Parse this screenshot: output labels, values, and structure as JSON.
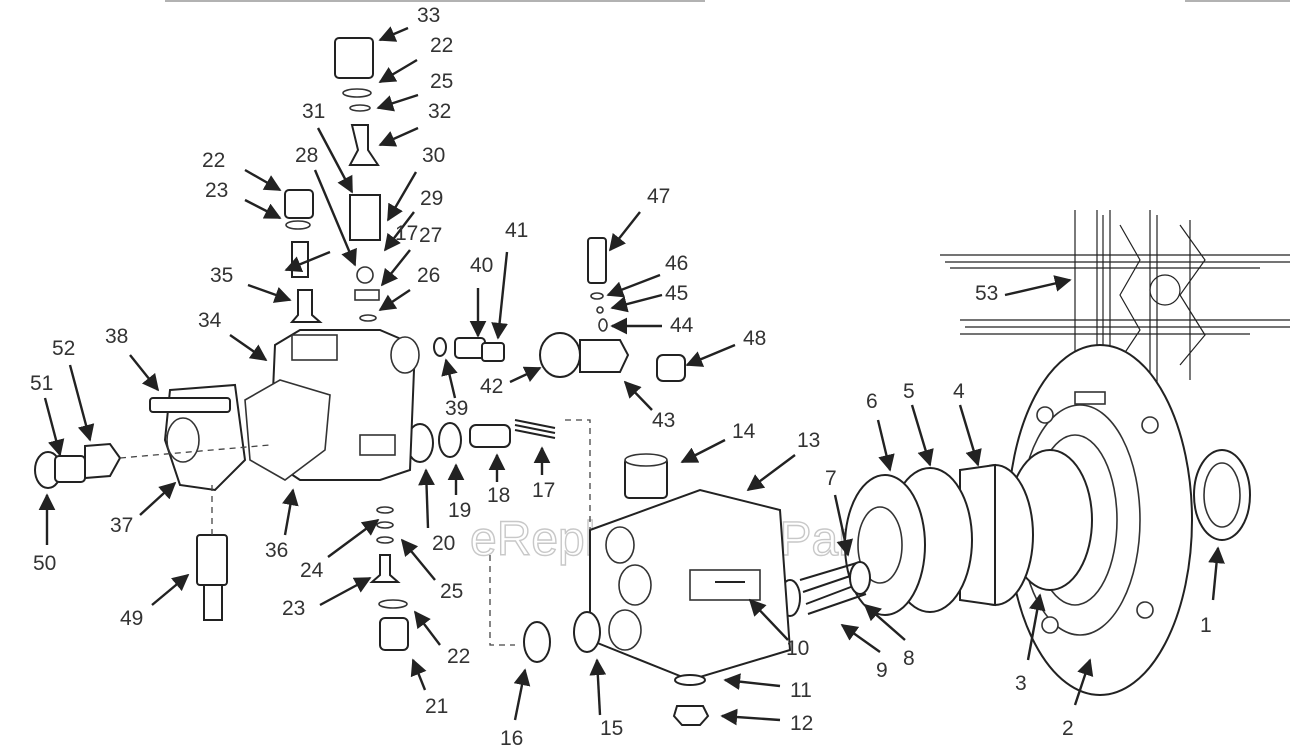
{
  "watermark": "eReplacementParts.com",
  "colors": {
    "line": "#222222",
    "label": "#333333",
    "watermark": "#c8c8c8",
    "background": "#ffffff"
  },
  "callouts": [
    {
      "label": "1"
    },
    {
      "label": "2"
    },
    {
      "label": "3"
    },
    {
      "label": "4"
    },
    {
      "label": "5"
    },
    {
      "label": "6"
    },
    {
      "label": "7"
    },
    {
      "label": "8"
    },
    {
      "label": "9"
    },
    {
      "label": "10"
    },
    {
      "label": "11"
    },
    {
      "label": "12"
    },
    {
      "label": "13"
    },
    {
      "label": "14"
    },
    {
      "label": "15"
    },
    {
      "label": "16"
    },
    {
      "label": "17"
    },
    {
      "label": "17"
    },
    {
      "label": "18"
    },
    {
      "label": "19"
    },
    {
      "label": "20"
    },
    {
      "label": "21"
    },
    {
      "label": "22"
    },
    {
      "label": "22"
    },
    {
      "label": "22"
    },
    {
      "label": "23"
    },
    {
      "label": "23"
    },
    {
      "label": "24"
    },
    {
      "label": "25"
    },
    {
      "label": "25"
    },
    {
      "label": "26"
    },
    {
      "label": "27"
    },
    {
      "label": "28"
    },
    {
      "label": "29"
    },
    {
      "label": "30"
    },
    {
      "label": "31"
    },
    {
      "label": "32"
    },
    {
      "label": "33"
    },
    {
      "label": "34"
    },
    {
      "label": "35"
    },
    {
      "label": "36"
    },
    {
      "label": "37"
    },
    {
      "label": "38"
    },
    {
      "label": "39"
    },
    {
      "label": "40"
    },
    {
      "label": "41"
    },
    {
      "label": "42"
    },
    {
      "label": "43"
    },
    {
      "label": "44"
    },
    {
      "label": "45"
    },
    {
      "label": "46"
    },
    {
      "label": "47"
    },
    {
      "label": "48"
    },
    {
      "label": "49"
    },
    {
      "label": "50"
    },
    {
      "label": "51"
    },
    {
      "label": "52"
    },
    {
      "label": "53"
    }
  ]
}
